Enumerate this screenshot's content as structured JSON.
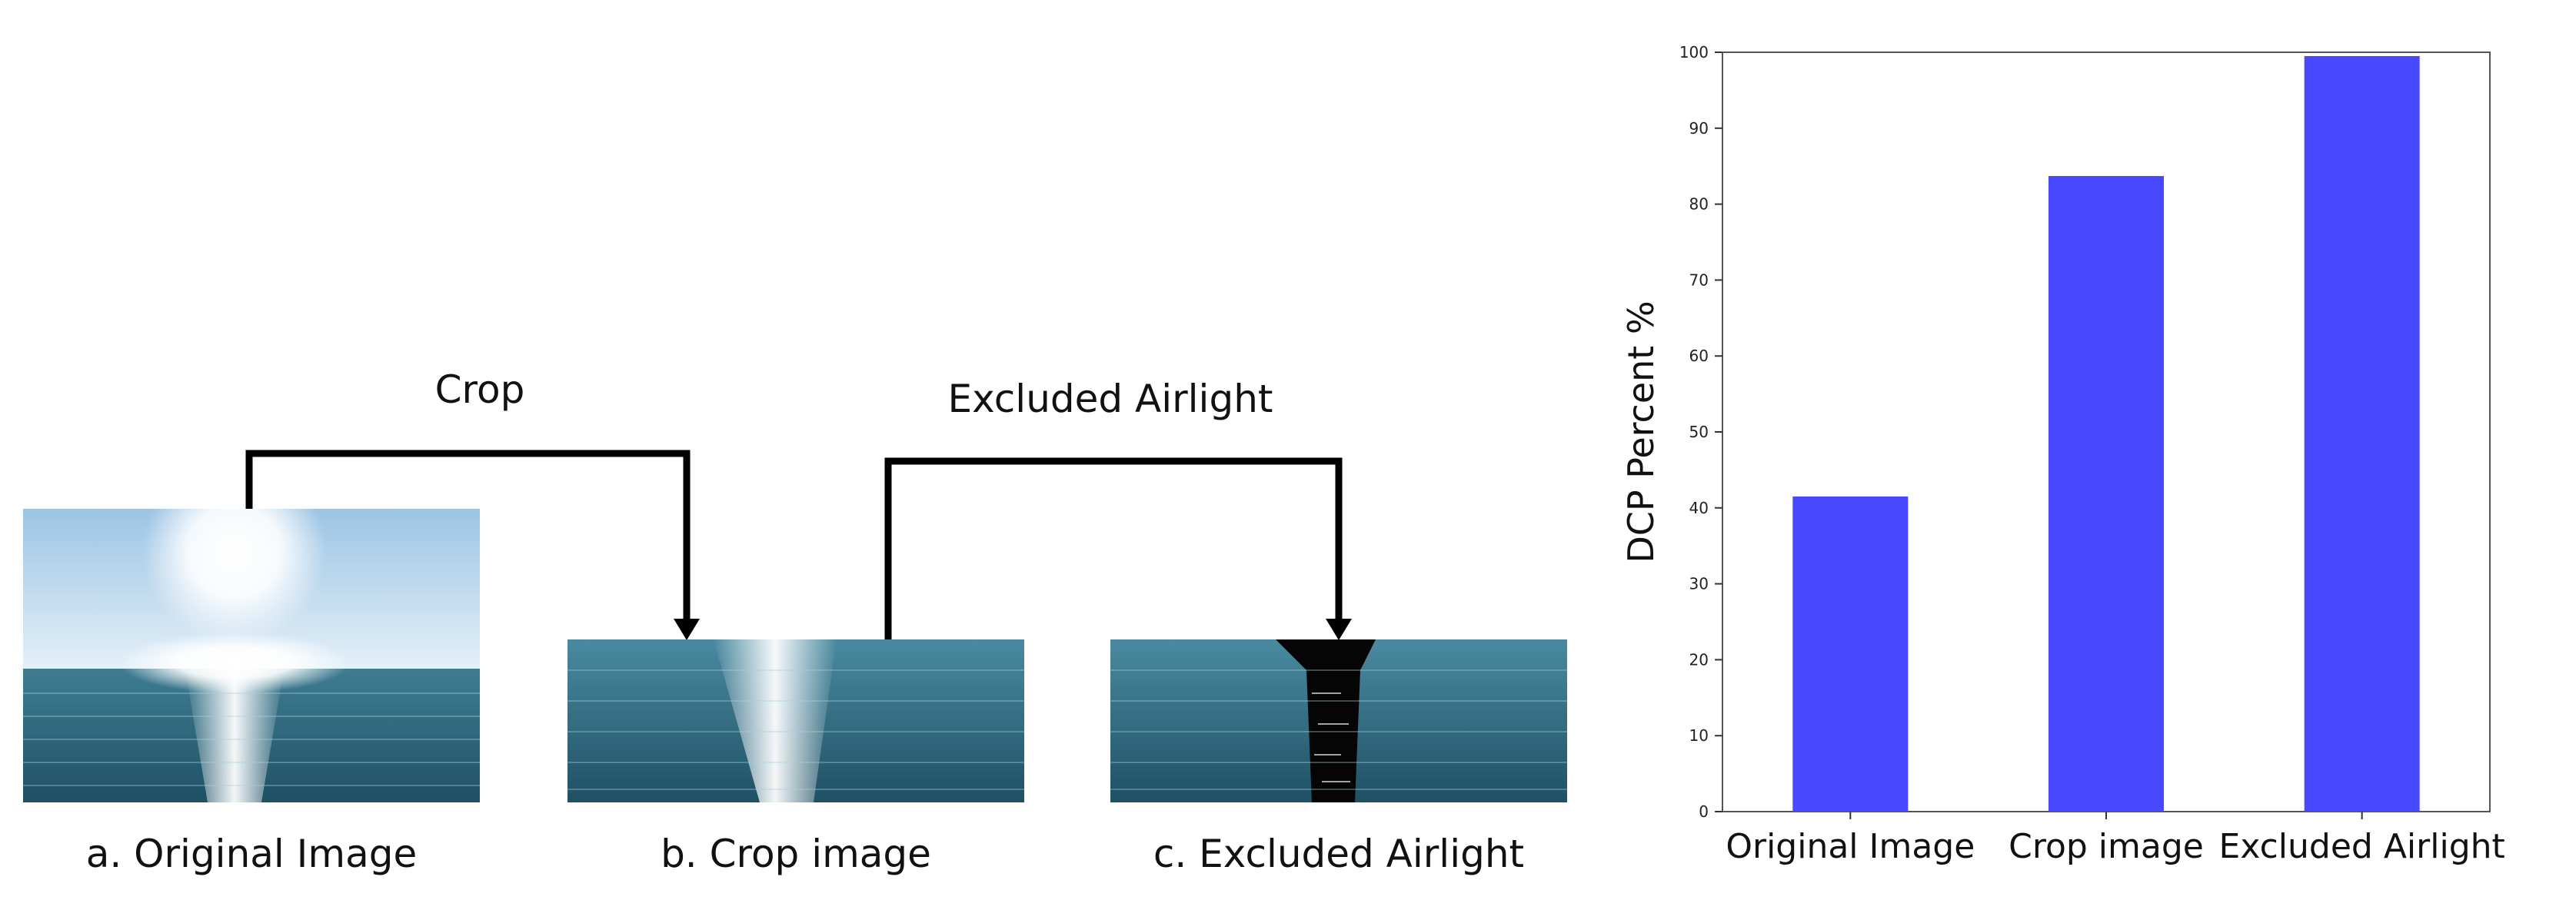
{
  "pipeline": {
    "operations": {
      "crop": "Crop",
      "excluded_airlight": "Excluded Airlight"
    },
    "captions": {
      "original": "a. Original Image",
      "crop": "b. Crop image",
      "excluded": "c. Excluded Airlight"
    }
  },
  "colors": {
    "bar": "#4848ff",
    "sky_top": "#a9cbe6",
    "sea": "#2f6a80"
  },
  "chart_data": {
    "type": "bar",
    "categories": [
      "Original Image",
      "Crop image",
      "Excluded Airlight"
    ],
    "values": [
      41.5,
      83.7,
      99.5
    ],
    "title": "",
    "xlabel": "",
    "ylabel": "DCP Percent %",
    "ylim": [
      0,
      100
    ],
    "yticks": [
      0,
      10,
      20,
      30,
      40,
      50,
      60,
      70,
      80,
      90,
      100
    ],
    "grid": false
  }
}
